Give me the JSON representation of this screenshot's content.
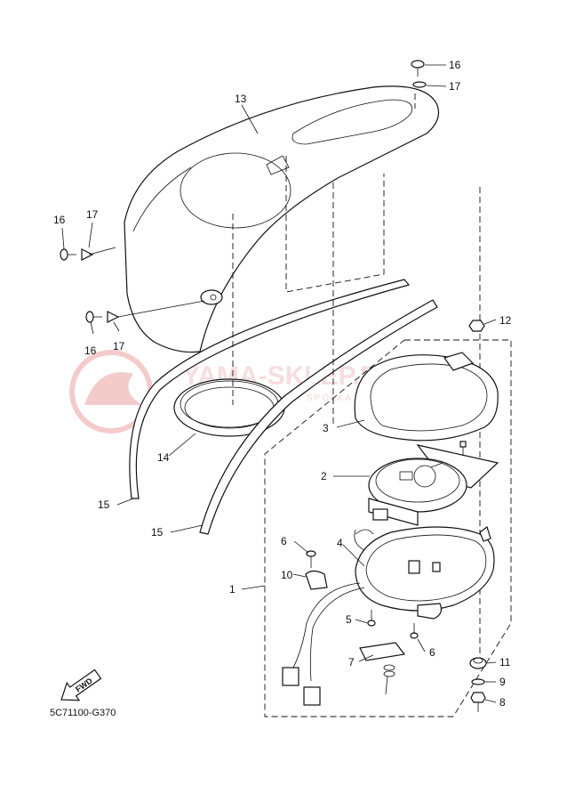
{
  "watermark": {
    "text": "YAMA-SKLEP.PL",
    "subtext": "WOJCIECHOWSKI I SPÓŁKA JAWNA"
  },
  "diagram_code": "5C71100-G370",
  "fwd_label": "FWD",
  "callouts": [
    "1",
    "2",
    "3",
    "4",
    "5",
    "6",
    "6",
    "7",
    "8",
    "9",
    "10",
    "11",
    "12",
    "13",
    "14",
    "15",
    "15",
    "16",
    "16",
    "16",
    "17",
    "17",
    "17"
  ]
}
